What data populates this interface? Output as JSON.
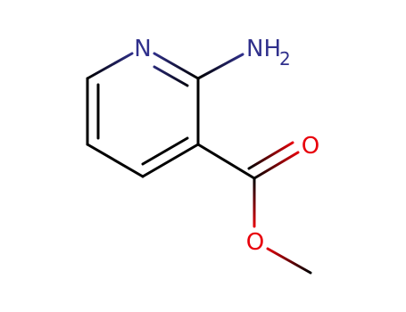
{
  "molecule": {
    "atoms": {
      "ring_nitrogen": {
        "label": "N",
        "color": "#30308c"
      },
      "amino": {
        "label": "NH",
        "subscript": "2",
        "color": "#30308c"
      },
      "carbonyl_oxygen": {
        "label": "O",
        "color": "#e8000b"
      },
      "ester_oxygen": {
        "label": "O",
        "color": "#e8000b"
      }
    },
    "bond_color": "#000000"
  }
}
